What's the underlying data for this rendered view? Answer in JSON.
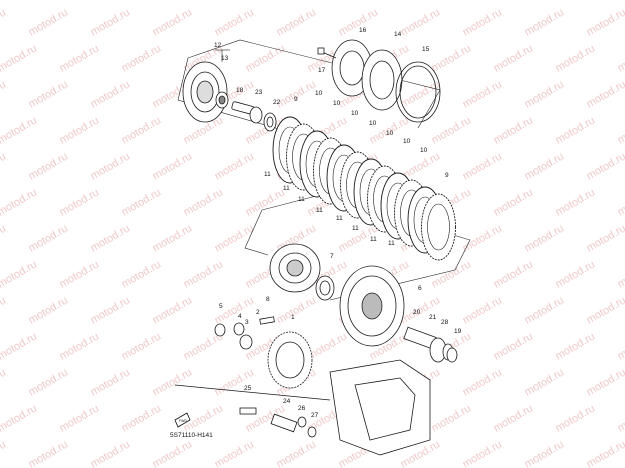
{
  "watermark": "motod.ru",
  "diagram_code": "5S71110-H141",
  "callouts": [
    "1",
    "2",
    "3",
    "4",
    "5",
    "6",
    "7",
    "8",
    "9",
    "10",
    "11",
    "12",
    "13",
    "14",
    "15",
    "16",
    "17",
    "18",
    "19",
    "20",
    "21",
    "22",
    "23",
    "24",
    "25",
    "26",
    "27",
    "28"
  ],
  "colors": {
    "line": "#222222",
    "watermark": "#f2c9c9",
    "background": "#ffffff"
  },
  "icons": [
    "front-arrow-icon"
  ]
}
